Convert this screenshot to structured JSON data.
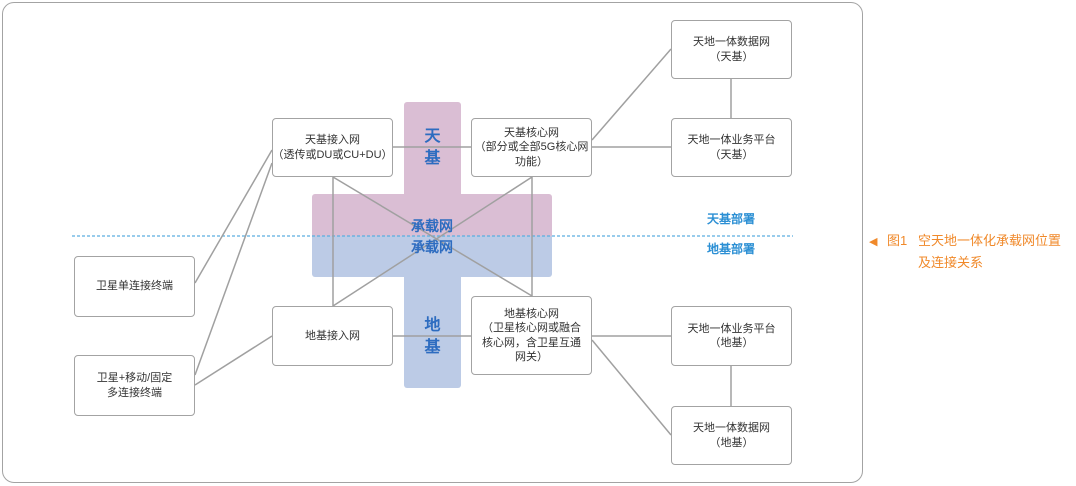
{
  "colors": {
    "line": "#a0a0a0",
    "sky": "#dabed4",
    "ground": "#bccbe6",
    "cross_text": "#2d6cc0",
    "deploy_text": "#2b8fd4",
    "dash": "#5aaee0",
    "caption": "#f0892a"
  },
  "nodes": {
    "terminal_single": {
      "lines": [
        "卫星单连接终端"
      ]
    },
    "terminal_multi": {
      "lines": [
        "卫星+移动/固定",
        "多连接终端"
      ]
    },
    "sky_access": {
      "lines": [
        "天基接入网",
        "（透传或DU或CU+DU）"
      ]
    },
    "ground_access": {
      "lines": [
        "地基接入网"
      ]
    },
    "sky_core": {
      "lines": [
        "天基核心网",
        "（部分或全部5G核心网",
        "功能）"
      ]
    },
    "ground_core": {
      "lines": [
        "地基核心网",
        "（卫星核心网或融合",
        "核心网，含卫星互通",
        "网关）"
      ]
    },
    "sky_data_network": {
      "lines": [
        "天地一体数据网",
        "（天基）"
      ]
    },
    "sky_service_platform": {
      "lines": [
        "天地一体业务平台",
        "（天基）"
      ]
    },
    "ground_service_platform": {
      "lines": [
        "天地一体业务平台",
        "（地基）"
      ]
    },
    "ground_data_network": {
      "lines": [
        "天地一体数据网",
        "（地基）"
      ]
    }
  },
  "bearer": {
    "sky_label": [
      "天",
      "基"
    ],
    "ground_label": [
      "地",
      "基"
    ],
    "sky_bearer": "承载网",
    "ground_bearer": "承载网"
  },
  "deployment": {
    "sky": "天基部署",
    "ground": "地基部署"
  },
  "caption": {
    "marker": "◀",
    "label": "图1",
    "title": [
      "空天地一体化承载网位置",
      "及连接关系"
    ]
  }
}
